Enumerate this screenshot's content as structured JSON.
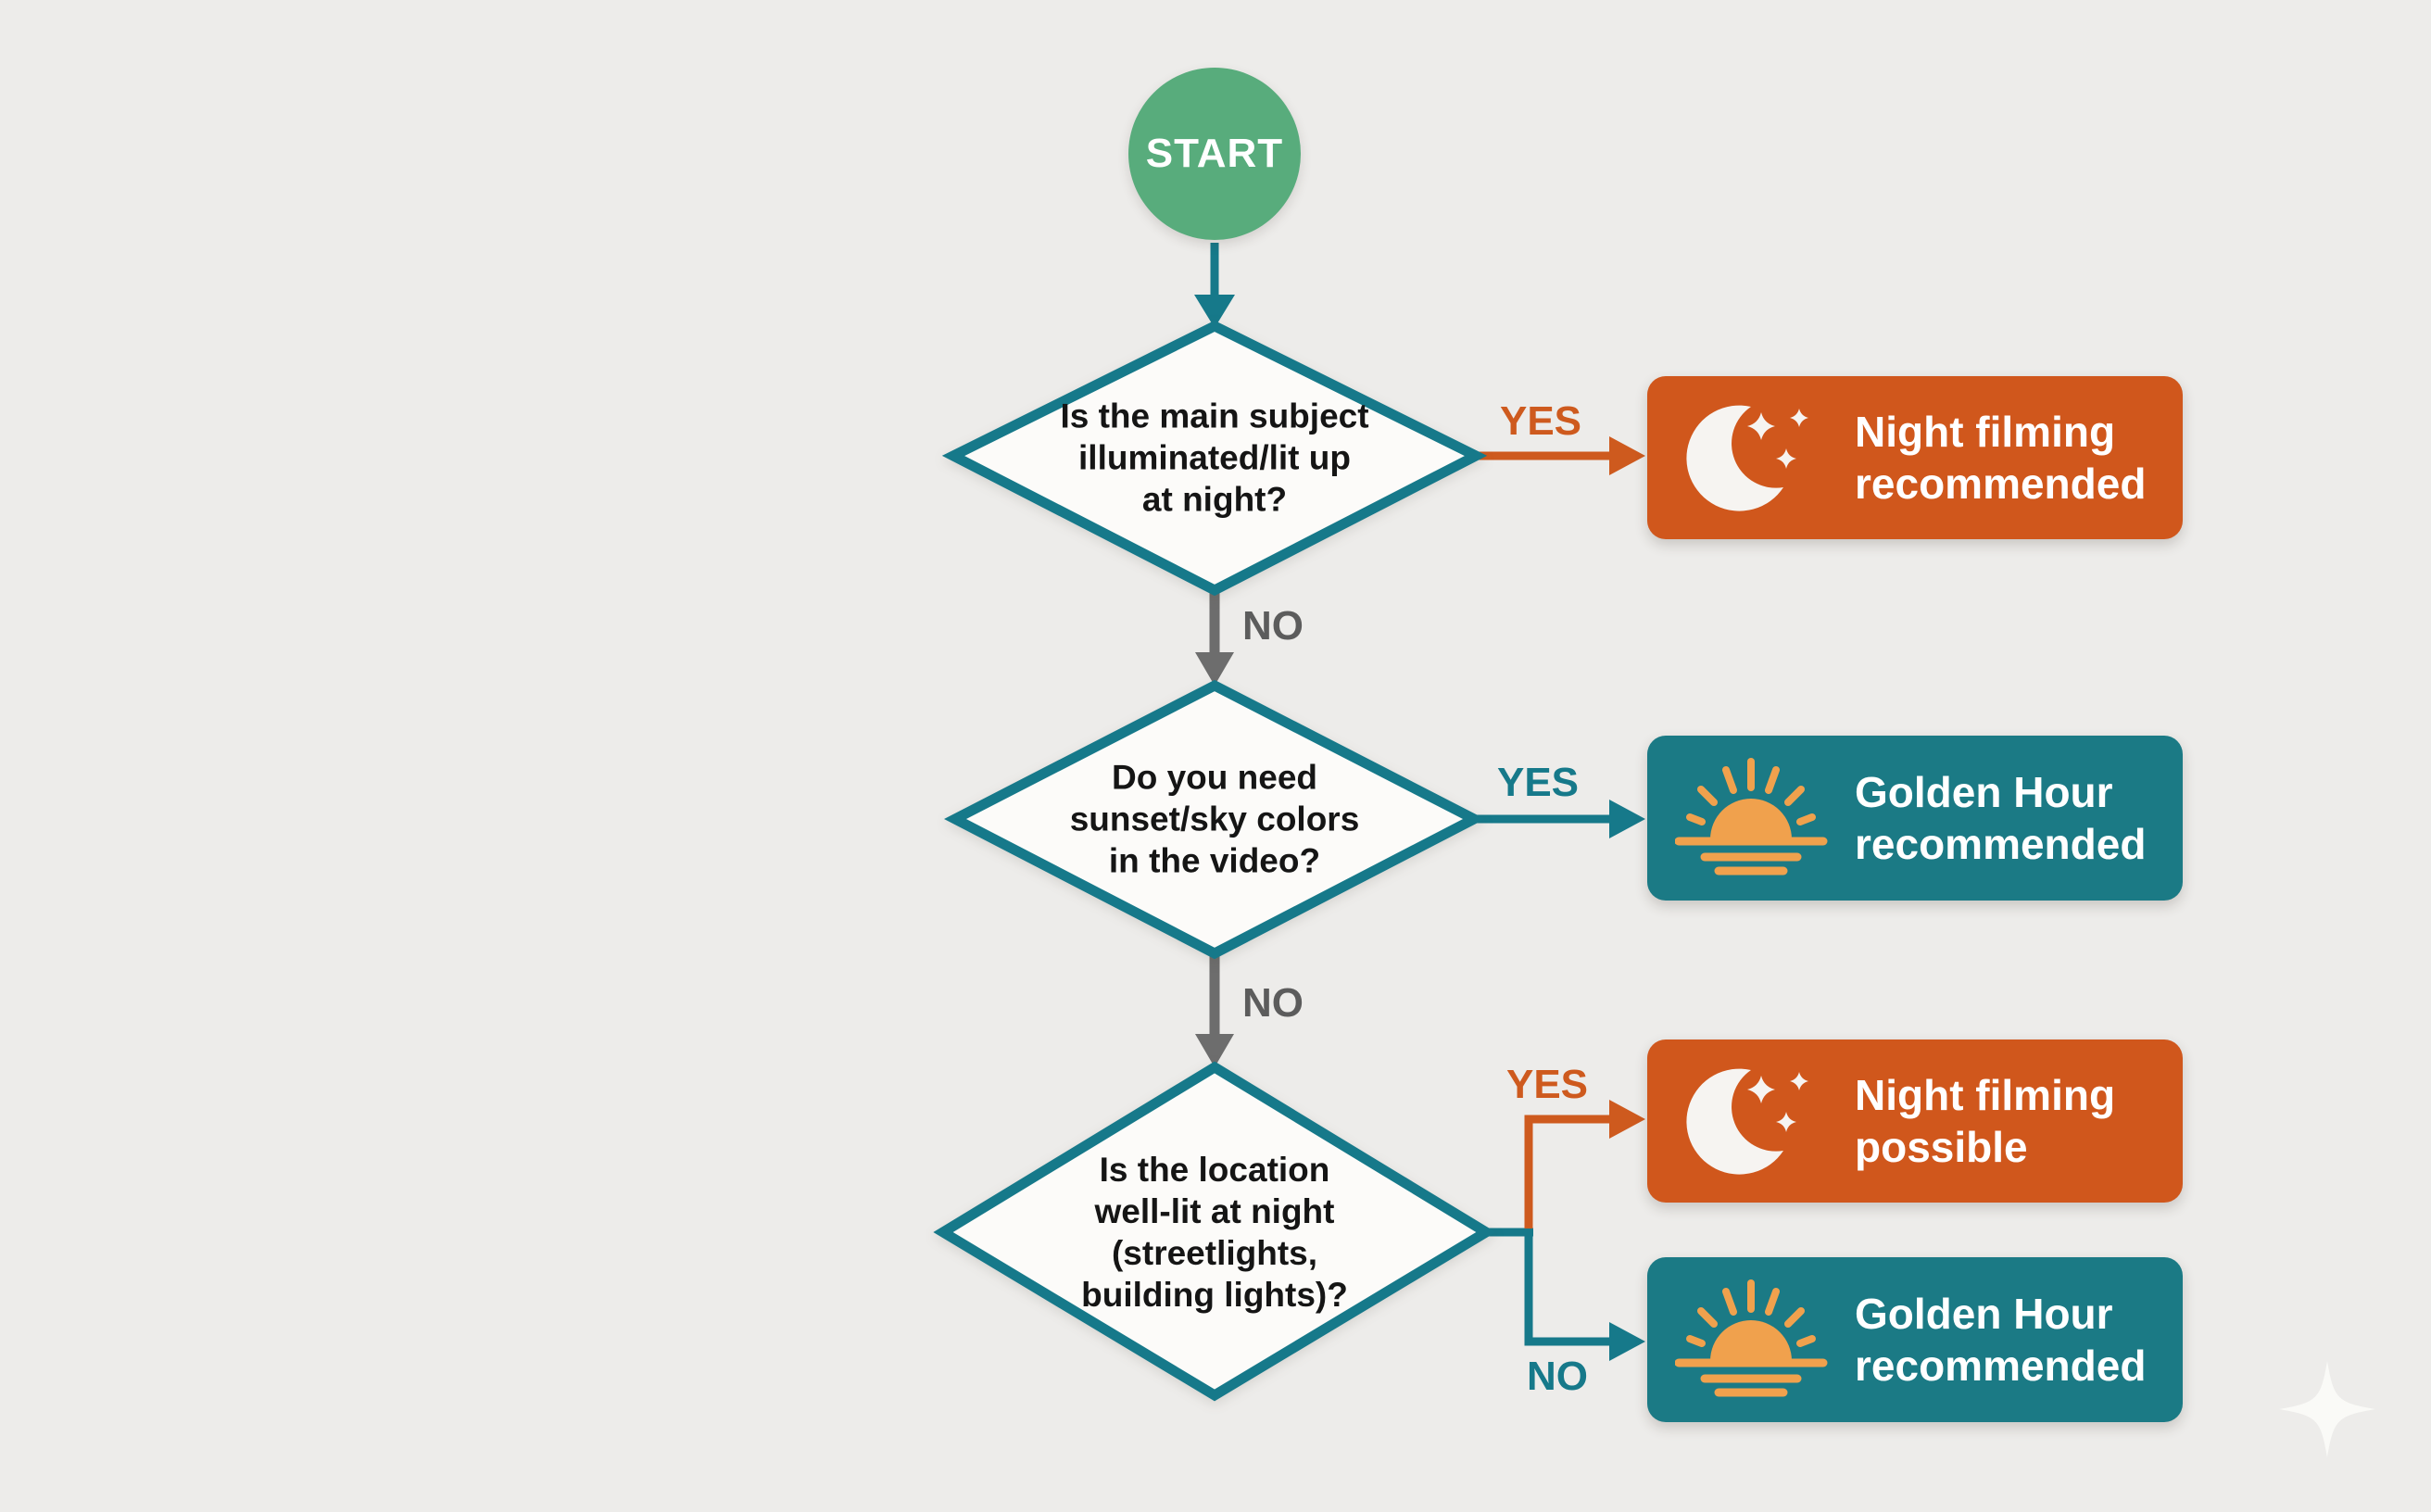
{
  "colors": {
    "bg": "#edecea",
    "green": "#58ac7c",
    "teal": "#16798a",
    "teal_box": "#1b7a85",
    "orange": "#ce5a1e",
    "orange_box": "#d0571c",
    "gray": "#6d6d6d",
    "gray_label": "#5c5c5c",
    "diamond_fill": "#fcfbf9",
    "text_dark": "#151515",
    "white": "#ffffff",
    "sun": "#f0a14d",
    "moon": "#f6f4f1",
    "watermark": "#fafaf7"
  },
  "start": {
    "label": "START"
  },
  "decisions": [
    {
      "lines": [
        "Is the main subject",
        "illuminated/lit up",
        "at night?"
      ]
    },
    {
      "lines": [
        "Do you need",
        "sunset/sky colors",
        "in the video?"
      ]
    },
    {
      "lines": [
        "Is the location",
        "well-lit at night",
        "(streetlights,",
        "building lights)?"
      ]
    }
  ],
  "edge_labels": {
    "yes1": "YES",
    "no1": "NO",
    "yes2": "YES",
    "no2": "NO",
    "yes3": "YES",
    "no3": "NO"
  },
  "outcomes": [
    {
      "icon": "moon-stars",
      "lines": [
        "Night filming",
        "recommended"
      ]
    },
    {
      "icon": "sunset",
      "lines": [
        "Golden Hour",
        "recommended"
      ]
    },
    {
      "icon": "moon-stars",
      "lines": [
        "Night filming",
        "possible"
      ]
    },
    {
      "icon": "sunset",
      "lines": [
        "Golden Hour",
        "recommended"
      ]
    }
  ]
}
